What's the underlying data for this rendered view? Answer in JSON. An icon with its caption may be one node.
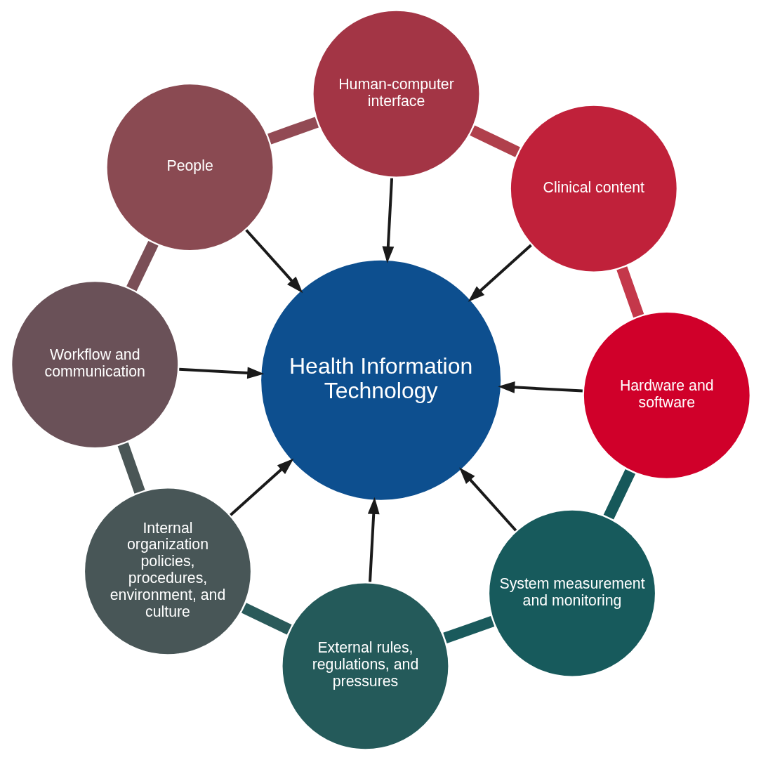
{
  "diagram": {
    "nodes": [
      {
        "text": [
          "Health Information Technology"
        ]
      },
      {
        "text": [
          "Hardware and software"
        ]
      },
      {
        "text": [
          "Clinical content"
        ]
      },
      {
        "text": [
          "Human-computer interface"
        ]
      },
      {
        "text": [
          "People"
        ]
      },
      {
        "text": [
          "Workflow and communication"
        ]
      },
      {
        "text": [
          "Internal organization policies, procedures, environment, and culture"
        ]
      },
      {
        "text": [
          "External rules, regulations, and pressures"
        ]
      },
      {
        "text": [
          "System measurement and monitoring"
        ]
      }
    ],
    "edges": [
      {
        "from": 1,
        "to": 0,
        "arrow": "to"
      },
      {
        "from": 2,
        "to": 0,
        "arrow": "to"
      },
      {
        "from": 3,
        "to": 0,
        "arrow": "to"
      },
      {
        "from": 4,
        "to": 0,
        "arrow": "to"
      },
      {
        "from": 5,
        "to": 0,
        "arrow": "to"
      },
      {
        "from": 6,
        "to": 0,
        "arrow": "to"
      },
      {
        "from": 7,
        "to": 0,
        "arrow": "to"
      },
      {
        "from": 8,
        "to": 0,
        "arrow": "to"
      },
      {
        "from": 1,
        "to": 2,
        "arrow": "none",
        "style": "thick",
        "color": "#c4384a"
      },
      {
        "from": 2,
        "to": 3,
        "arrow": "none",
        "style": "thick",
        "color": "#b0404c"
      },
      {
        "from": 3,
        "to": 4,
        "arrow": "none",
        "style": "thick",
        "color": "#924a54"
      },
      {
        "from": 4,
        "to": 5,
        "arrow": "none",
        "style": "thick",
        "color": "#7a4e56"
      },
      {
        "from": 5,
        "to": 6,
        "arrow": "none",
        "style": "thick",
        "color": "#4a5656"
      },
      {
        "from": 6,
        "to": 7,
        "arrow": "none",
        "style": "thick",
        "color": "#2a5a5a"
      },
      {
        "from": 7,
        "to": 8,
        "arrow": "none",
        "style": "thick",
        "color": "#1a5a5c"
      },
      {
        "from": 8,
        "to": 1,
        "arrow": "none",
        "style": "thick",
        "color": "#16585a"
      }
    ]
  }
}
